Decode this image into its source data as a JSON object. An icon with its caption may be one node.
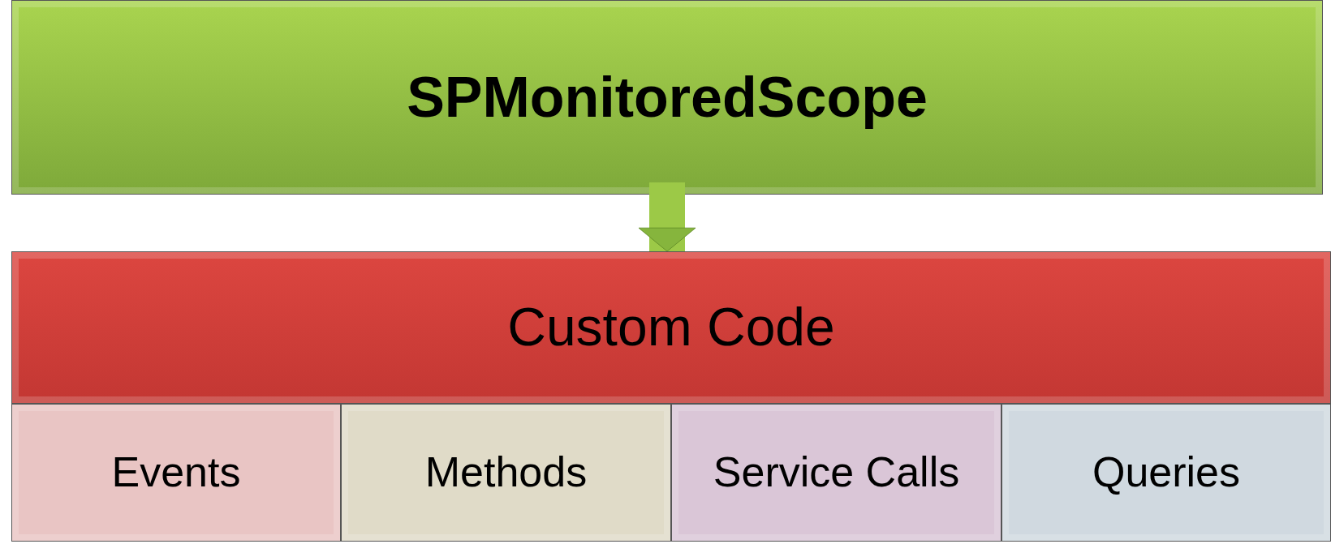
{
  "diagram": {
    "nodes": [
      {
        "text": [
          "SPMonitoredScope"
        ]
      },
      {
        "text": [
          "Custom Code"
        ]
      },
      {
        "text": [
          "Events"
        ]
      },
      {
        "text": [
          "Methods"
        ]
      },
      {
        "text": [
          "Service Calls"
        ]
      },
      {
        "text": [
          "Queries"
        ]
      }
    ],
    "edges": [
      {
        "from": 0,
        "to": 1,
        "arrow": "to"
      }
    ]
  }
}
